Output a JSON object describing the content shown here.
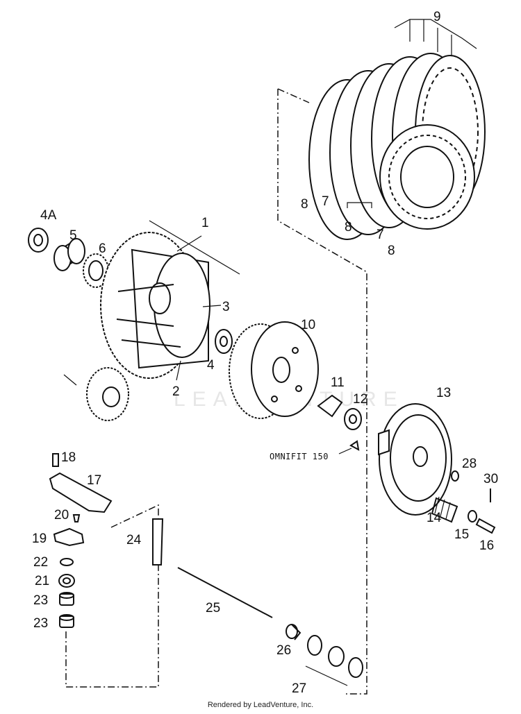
{
  "diagram": {
    "callouts": [
      "4A",
      "5",
      "6",
      "1",
      "3",
      "4",
      "2",
      "10",
      "11",
      "12",
      "13",
      "9",
      "8",
      "7",
      "8",
      "7",
      "8",
      "18",
      "17",
      "20",
      "19",
      "22",
      "21",
      "23",
      "23",
      "24",
      "25",
      "26",
      "27",
      "28",
      "30",
      "14",
      "15",
      "16"
    ],
    "note": "OMNIFIT 150",
    "watermark": "LEADVENTURE"
  },
  "footer": {
    "credit": "Rendered by LeadVenture, Inc."
  }
}
